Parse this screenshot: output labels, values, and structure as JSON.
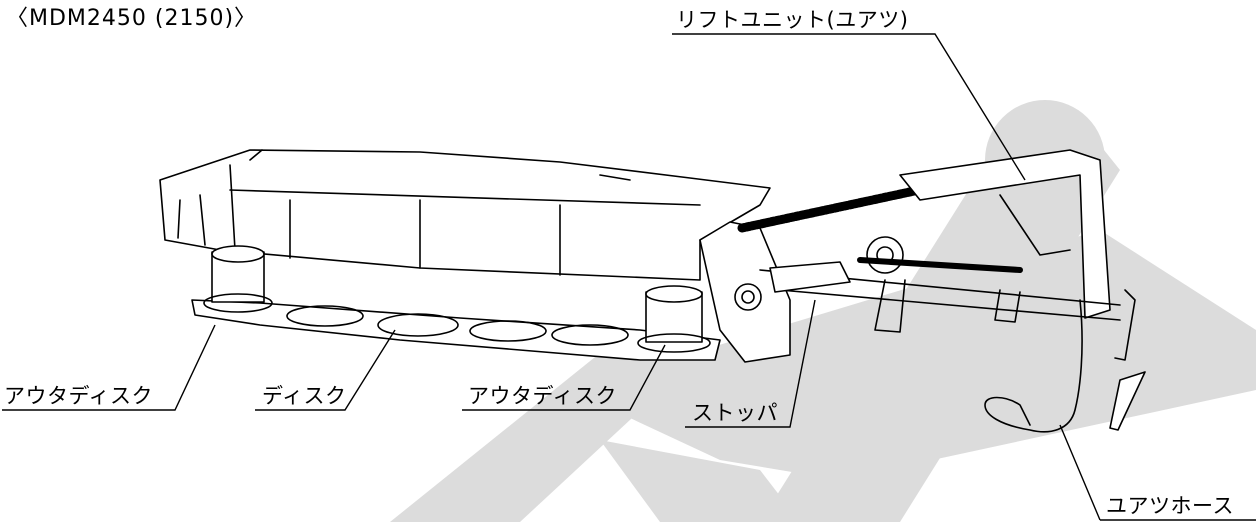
{
  "header": {
    "title": "〈MDM2450 (2150)〉"
  },
  "labels": {
    "lift_unit": "リフトユニット(ユアツ)",
    "outer_disk_left": "アウタディスク",
    "disk": "ディスク",
    "outer_disk_right": "アウタディスク",
    "stopper": "ストッパ",
    "hydraulic_hose": "ユアツホース"
  },
  "colors": {
    "watermark": "#dcdcdc",
    "line": "#000000"
  }
}
